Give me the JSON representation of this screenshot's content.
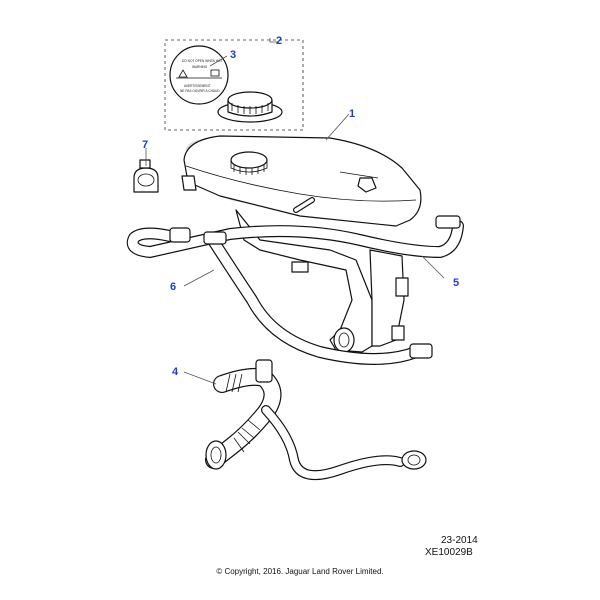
{
  "callouts": {
    "c1": "1",
    "c2": "2",
    "c3": "3",
    "c4": "4",
    "c5": "5",
    "c6": "6",
    "c7": "7"
  },
  "cap_label": {
    "line1": "DO NOT OPEN WHEN HOT",
    "line2": "WARNING",
    "line3": "AVERTISSEMENT",
    "line4": "NE PAS OUVRIR A CHAUD"
  },
  "reference": {
    "code1": "23-2014",
    "code2": "XE10029B"
  },
  "copyright": "© Copyright, 2016. Jaguar Land Rover Limited.",
  "colors": {
    "callout": "#1f3fd0",
    "line": "#111111",
    "shade": "#d9d9d9"
  }
}
